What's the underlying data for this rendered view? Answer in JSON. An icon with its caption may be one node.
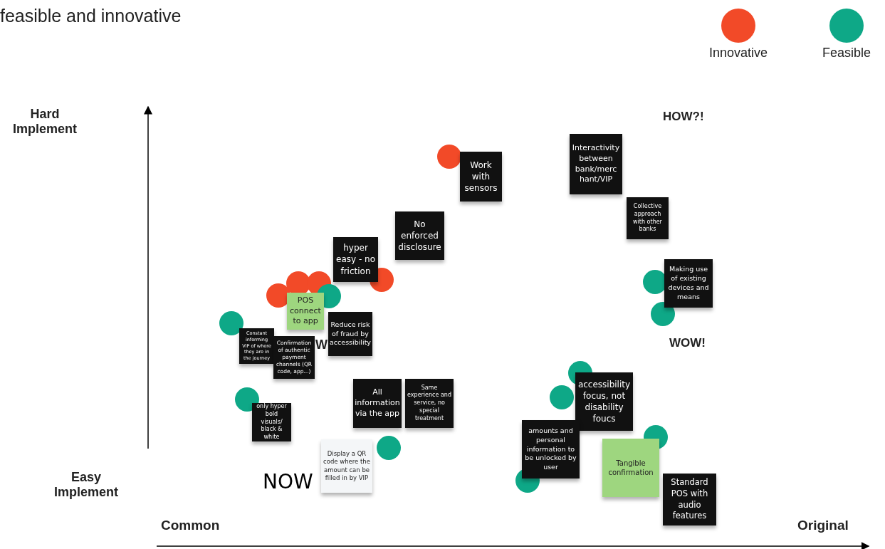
{
  "diagram": {
    "title": "feasible and innovative",
    "nodes": [
      {
        "text": [
          "Interactivity between bank/merc hant/VIP"
        ]
      },
      {
        "text": [
          "Work with sensors"
        ]
      },
      {
        "text": [
          "Collective approach with other banks"
        ]
      },
      {
        "text": [
          "No enforced disclosure"
        ]
      },
      {
        "text": [
          "hyper easy - no friction"
        ]
      },
      {
        "text": [
          "Making use of existing devices and means"
        ]
      },
      {
        "text": [
          "POS connect to app"
        ]
      },
      {
        "text": [
          "Reduce risk of fraud by accessibility"
        ]
      },
      {
        "text": [
          "Constant informing VIP of where they are in the journey"
        ]
      },
      {
        "text": [
          "Confirmation of authentic payment channels (QR code, app...)"
        ]
      },
      {
        "text": [
          "accessibility focus, not disability foucs"
        ]
      },
      {
        "text": [
          "All information via the app"
        ]
      },
      {
        "text": [
          "Same experience and service, no special treatment"
        ]
      },
      {
        "text": [
          "only hyper bold visuals/ black & white"
        ]
      },
      {
        "text": [
          "amounts and personal information to be unlocked by user"
        ]
      },
      {
        "text": [
          "Display a QR code where the amount can be filled in by VIP"
        ]
      },
      {
        "text": [
          "Tangible confirmation"
        ]
      },
      {
        "text": [
          "Standard POS with audio features"
        ]
      }
    ],
    "edges": [],
    "labels": [
      "Hard Implement",
      "HOW?!",
      "W",
      "WOW!",
      "Easy Implement",
      "NOW",
      "Common",
      "Original"
    ],
    "legend": [
      {
        "text": "Innovative",
        "color": "#f24a28"
      },
      {
        "text": "Feasible",
        "color": "#0ea887"
      }
    ]
  }
}
